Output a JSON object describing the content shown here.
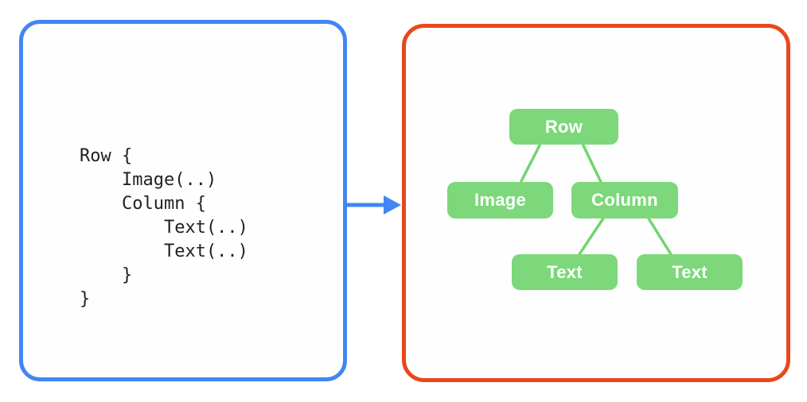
{
  "left_panel": {
    "code": "Row {\n    Image(..)\n    Column {\n        Text(..)\n        Text(..)\n    }\n}"
  },
  "right_panel": {
    "tree": {
      "nodes": [
        {
          "id": "row",
          "label": "Row",
          "parent": null
        },
        {
          "id": "image",
          "label": "Image",
          "parent": "row"
        },
        {
          "id": "column",
          "label": "Column",
          "parent": "row"
        },
        {
          "id": "text1",
          "label": "Text",
          "parent": "column"
        },
        {
          "id": "text2",
          "label": "Text",
          "parent": "column"
        }
      ]
    }
  },
  "colors": {
    "code_panel_border": "#4285f4",
    "arrow": "#4285f4",
    "tree_panel_border": "#e8481c",
    "node_fill": "#7cd87a",
    "edge_stroke": "#72d470",
    "node_text": "#ffffff",
    "code_text": "#202124"
  }
}
